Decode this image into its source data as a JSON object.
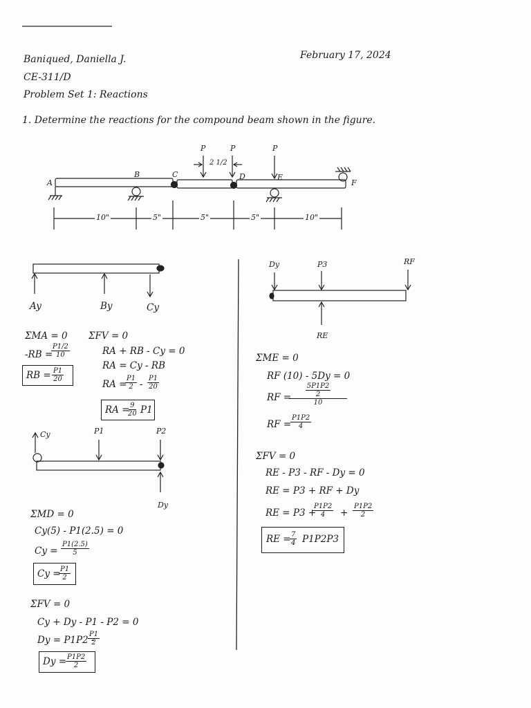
{
  "header": {
    "name": "Baniqued, Daniella J.",
    "course": "CE-311/D",
    "problem_set": "Problem Set 1: Reactions",
    "date": "February 17, 2024"
  },
  "problem": {
    "statement": "1. Determine the reactions for the compound beam shown in the figure."
  },
  "figure": {
    "loads": [
      "P",
      "P",
      "P"
    ],
    "spacing_label": "2 1/2",
    "points": [
      "A",
      "B",
      "C",
      "D",
      "E",
      "F"
    ],
    "dims": [
      "10\"",
      "5\"",
      "5\"",
      "5\"",
      "10\""
    ]
  },
  "fbd1": {
    "labels": [
      "Ay",
      "By",
      "Cy"
    ]
  },
  "fbd2": {
    "labels": [
      "Cy",
      "P1",
      "P2",
      "Dy"
    ]
  },
  "fbd3": {
    "labels": [
      "Dy",
      "P3",
      "RF",
      "RE"
    ]
  },
  "work_ab": {
    "sum_ma": "ΣMA = 0",
    "rb_lhs": "-RB =",
    "rb_num": "P1/2",
    "rb_den": "10",
    "rb_box_lhs": "RB =",
    "rb_box_num": "P1",
    "rb_box_den": "20",
    "sum_fv": "ΣFV = 0",
    "l1": "RA + RB - Cy = 0",
    "l2": "RA = Cy - RB",
    "l3_lhs": "RA =",
    "l3_n1": "P1",
    "l3_d1": "2",
    "l3_n2": "P1",
    "l3_d2": "20",
    "ra_box_lhs": "RA =",
    "ra_box_num": "9",
    "ra_box_den": "20",
    "ra_box_rhs": "P1"
  },
  "work_cd": {
    "sum_md": "ΣMD = 0",
    "l1": "Cy(5) - P1(2.5) = 0",
    "cy_lhs": "Cy =",
    "cy_num": "P1(2.5)",
    "cy_den": "5",
    "cy_box_lhs": "Cy =",
    "cy_box_num": "P1",
    "cy_box_den": "2",
    "sum_fv": "ΣFV = 0",
    "l2": "Cy + Dy - P1 - P2 = 0",
    "dy_lhs": "Dy = P1P2 -",
    "dy_num": "P1",
    "dy_den": "2",
    "dy_box_lhs": "Dy =",
    "dy_box_num": "P1P2",
    "dy_box_den": "2"
  },
  "work_df": {
    "sum_me": "ΣME = 0",
    "l1": "RF (10) - 5Dy = 0",
    "rf_lhs": "RF =",
    "rf_num_top": "5P1P2",
    "rf_num_bot": "2",
    "rf_den": "10",
    "rf2_lhs": "RF =",
    "rf2_num": "P1P2",
    "rf2_den": "4",
    "sum_fv": "ΣFV = 0",
    "l2": "RE - P3 - RF - Dy = 0",
    "l3": "RE = P3 + RF + Dy",
    "l4_lhs": "RE = P3 +",
    "l4_n1": "P1P2",
    "l4_d1": "4",
    "l4_n2": "P1P2",
    "l4_d2": "2",
    "re_box_lhs": "RE =",
    "re_box_num": "7",
    "re_box_den": "4",
    "re_box_rhs": "P1P2P3"
  }
}
